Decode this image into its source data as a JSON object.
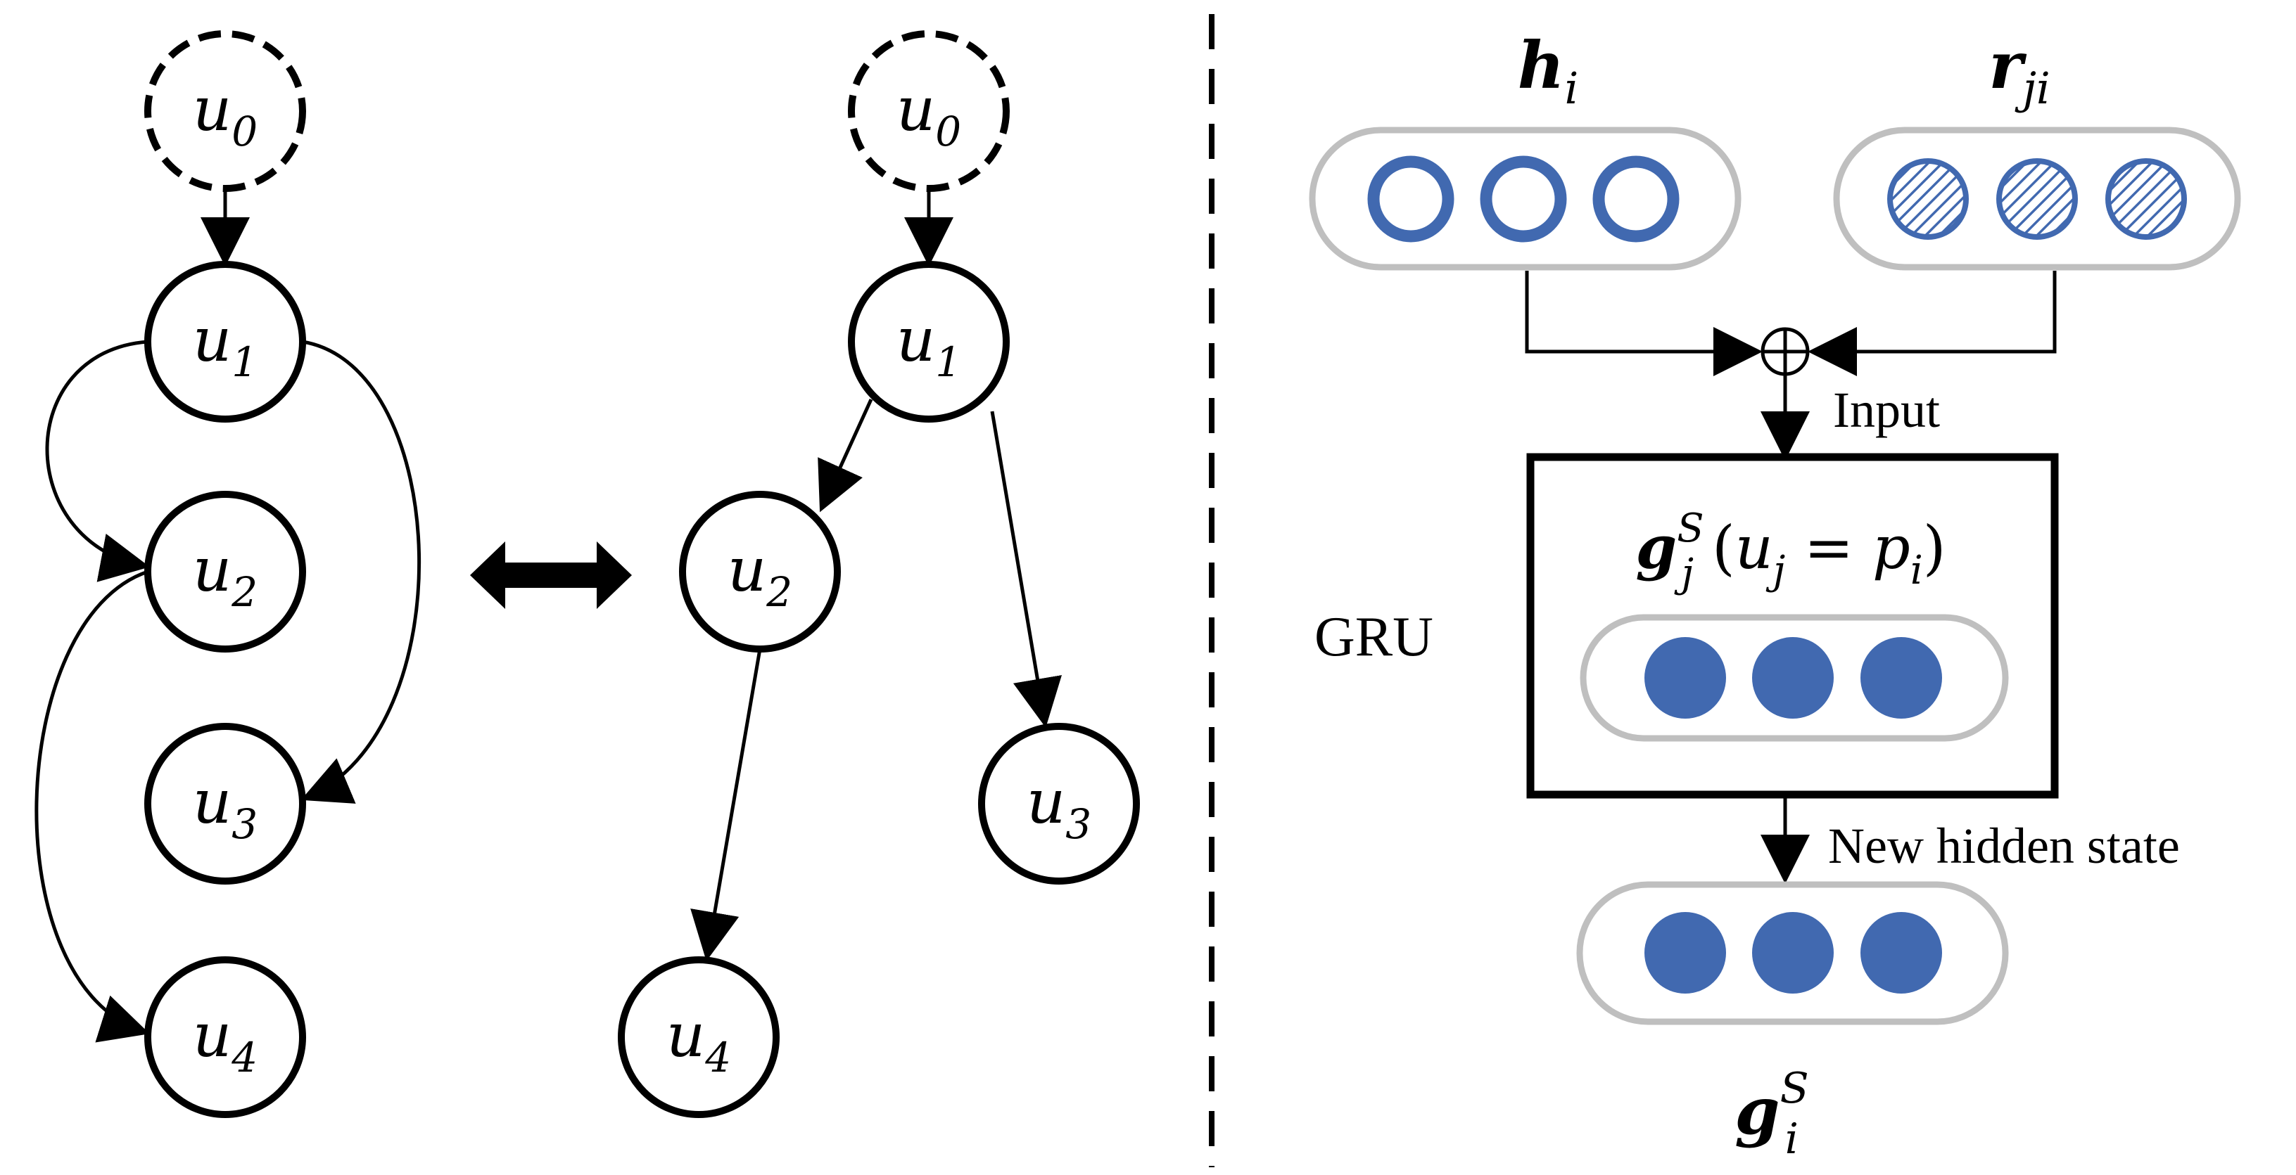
{
  "colors": {
    "stroke": "#000000",
    "blue": "#4169b0",
    "pill_border": "#bfbfbf"
  },
  "nodes": {
    "u0": {
      "base": "u",
      "sub": "0"
    },
    "u1": {
      "base": "u",
      "sub": "1"
    },
    "u2": {
      "base": "u",
      "sub": "2"
    },
    "u3": {
      "base": "u",
      "sub": "3"
    },
    "u4": {
      "base": "u",
      "sub": "4"
    }
  },
  "right": {
    "h_label": {
      "base": "h",
      "sub": "i"
    },
    "r_label": {
      "base": "r",
      "sub": "ji"
    },
    "input_label": "Input",
    "gru_label": "GRU",
    "gru_title": {
      "base": "g",
      "sup": "S",
      "sub": "j",
      "rest1": "(",
      "u": "u",
      "usub": "j",
      "eq": " = ",
      "p": "p",
      "psub": "i",
      "rest2": ")"
    },
    "new_state_label": "New hidden state",
    "out_label": {
      "base": "g",
      "sup": "S",
      "sub": "i"
    }
  }
}
